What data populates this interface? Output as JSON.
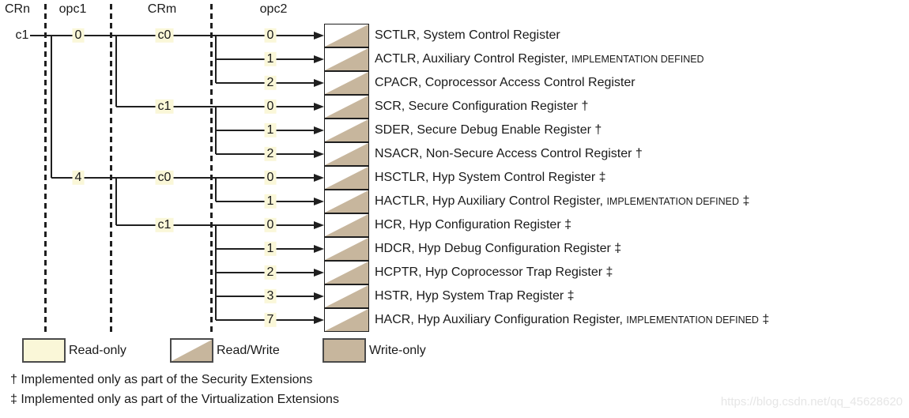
{
  "columns": [
    "CRn",
    "opc1",
    "CRm",
    "opc2"
  ],
  "root_label": "c1",
  "rows": [
    {
      "opc2": "0",
      "name": "SCTLR, System Control Register",
      "smallcaps": "",
      "tail": "",
      "access": "read-write"
    },
    {
      "opc2": "1",
      "name": "ACTLR, Auxiliary Control Register, ",
      "smallcaps": "IMPLEMENTATION DEFINED",
      "tail": "",
      "access": "read-write"
    },
    {
      "opc2": "2",
      "name": "CPACR, Coprocessor Access Control Register",
      "smallcaps": "",
      "tail": "",
      "access": "read-write"
    },
    {
      "opc2": "0",
      "name": "SCR, Secure Configuration Register †",
      "smallcaps": "",
      "tail": "",
      "access": "read-write"
    },
    {
      "opc2": "1",
      "name": "SDER, Secure Debug Enable Register †",
      "smallcaps": "",
      "tail": "",
      "access": "read-write"
    },
    {
      "opc2": "2",
      "name": "NSACR, Non-Secure Access Control Register †",
      "smallcaps": "",
      "tail": "",
      "access": "read-write"
    },
    {
      "opc2": "0",
      "name": "HSCTLR, Hyp System Control Register ‡",
      "smallcaps": "",
      "tail": "",
      "access": "read-write"
    },
    {
      "opc2": "1",
      "name": "HACTLR, Hyp Auxiliary Control Register, ",
      "smallcaps": "IMPLEMENTATION DEFINED",
      "tail": " ‡",
      "access": "read-write"
    },
    {
      "opc2": "0",
      "name": "HCR, Hyp Configuration Register ‡",
      "smallcaps": "",
      "tail": "",
      "access": "read-write"
    },
    {
      "opc2": "1",
      "name": "HDCR, Hyp Debug Configuration Register ‡",
      "smallcaps": "",
      "tail": "",
      "access": "read-write"
    },
    {
      "opc2": "2",
      "name": "HCPTR, Hyp Coprocessor Trap Register ‡",
      "smallcaps": "",
      "tail": "",
      "access": "read-write"
    },
    {
      "opc2": "3",
      "name": "HSTR, Hyp System Trap Register ‡",
      "smallcaps": "",
      "tail": "",
      "access": "read-write"
    },
    {
      "opc2": "7",
      "name": "HACR, Hyp Auxiliary Configuration Register, ",
      "smallcaps": "IMPLEMENTATION DEFINED",
      "tail": " ‡",
      "access": "read-write"
    }
  ],
  "opc1_branches": [
    {
      "label": "0",
      "row": 0
    },
    {
      "label": "4",
      "row": 6
    }
  ],
  "crm_branches": [
    {
      "label": "c0",
      "row": 0,
      "parent_row": 0
    },
    {
      "label": "c1",
      "row": 3,
      "parent_row": 0
    },
    {
      "label": "c0",
      "row": 6,
      "parent_row": 6
    },
    {
      "label": "c1",
      "row": 8,
      "parent_row": 6
    }
  ],
  "opc2_groups": [
    {
      "parent_row": 0,
      "rows": [
        0,
        1,
        2
      ]
    },
    {
      "parent_row": 3,
      "rows": [
        3,
        4,
        5
      ]
    },
    {
      "parent_row": 6,
      "rows": [
        6,
        7
      ]
    },
    {
      "parent_row": 8,
      "rows": [
        8,
        9,
        10,
        11,
        12
      ]
    }
  ],
  "legend": [
    {
      "label": "Read-only",
      "type": "read-only"
    },
    {
      "label": "Read/Write",
      "type": "read-write"
    },
    {
      "label": "Write-only",
      "type": "write-only"
    }
  ],
  "footnotes": [
    "† Implemented only as part of the Security Extensions",
    "‡ Implemented only as part of the Virtualization Extensions"
  ],
  "watermark": "https://blog.csdn.net/qq_45628620",
  "colors": {
    "highlight_yellow": "#faf7d8",
    "tan": "#c7b69d",
    "line": "#1f1f1f",
    "watermark_gray": "#e6e6e6"
  }
}
